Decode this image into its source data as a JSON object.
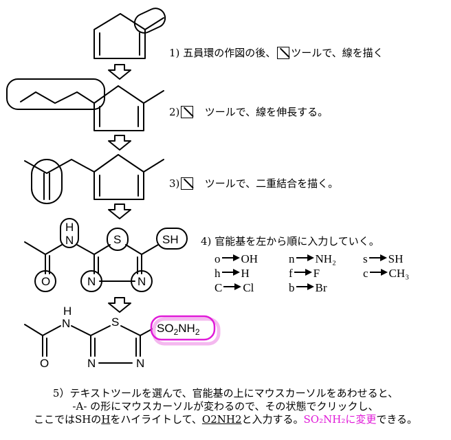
{
  "steps": {
    "s1": {
      "num": "1)",
      "pre": "五員環の作図の後、",
      "post": "ツールで、線を描く"
    },
    "s2": {
      "num": "2)",
      "post": "ツールで、線を伸長する。"
    },
    "s3": {
      "num": "3)",
      "post": "ツールで、二重結合を描く。"
    },
    "s4": {
      "num": "4)",
      "text": "官能基を左から順に入力していく。"
    }
  },
  "shortcuts": [
    [
      {
        "key": "o",
        "val": "OH"
      },
      {
        "key": "n",
        "val": "NH₂"
      },
      {
        "key": "s",
        "val": "SH"
      }
    ],
    [
      {
        "key": "h",
        "val": "H"
      },
      {
        "key": "f",
        "val": "F"
      },
      {
        "key": "c",
        "val": "CH₃"
      }
    ],
    [
      {
        "key": "C",
        "val": "Cl"
      },
      {
        "key": "b",
        "val": "Br"
      }
    ]
  ],
  "molecule4_labels": {
    "h": "H",
    "n_top": "N",
    "s": "S",
    "sh": "SH",
    "o": "O",
    "n_left": "N",
    "n_right": "N"
  },
  "molecule5_labels": {
    "h": "H",
    "n_top": "N",
    "s": "S",
    "so2nh2": "SO2NH2",
    "o": "O",
    "n_left": "N",
    "n_right": "N"
  },
  "note": {
    "line1": "5）テキストツールを選んで、官能基の上にマウスカーソルをあわせると、",
    "line2": "-A- の形にマウスカーソルが変わるので、その状態でクリックし、",
    "line3_a": "ここではSHの",
    "line3_h": "H",
    "line3_b": "をハイライトして、",
    "line3_typed": "O2NH2",
    "line3_c": "と入力する。",
    "line3_result": "SO₂NH₂に変更",
    "line3_d": "できる。"
  },
  "colors": {
    "highlight": "#e01ad8",
    "highlight_shadow": "#f4b8ef"
  },
  "icons": [
    "line-tool-icon",
    "down-arrow-icon"
  ]
}
